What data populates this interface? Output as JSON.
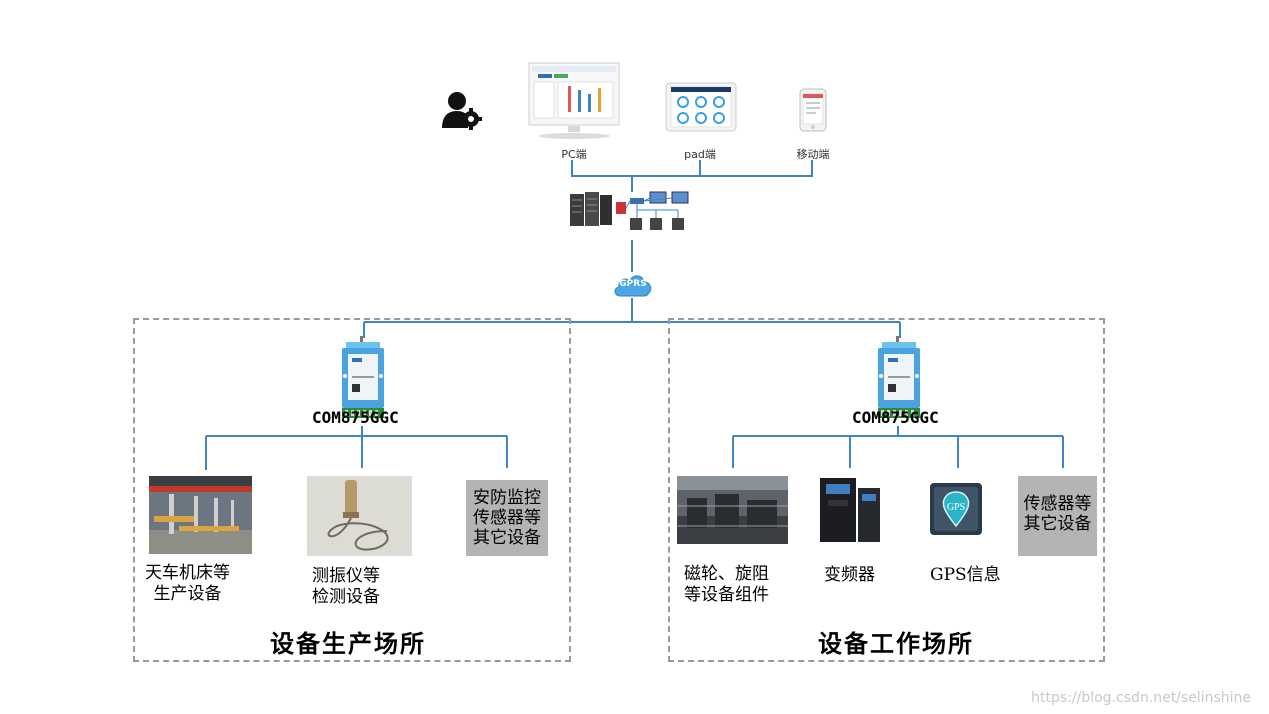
{
  "clients": [
    {
      "label": "PC端",
      "icon": "pc-monitor-icon"
    },
    {
      "label": "pad端",
      "icon": "tablet-icon"
    },
    {
      "label": "移动端",
      "icon": "mobile-phone-icon"
    }
  ],
  "network": {
    "label": "GPRS"
  },
  "left_zone": {
    "title": "设备生产场所",
    "gateway_model": "COM875GGC",
    "items": [
      {
        "line1": "天车机床等",
        "line2": "生产设备",
        "kind": "photo-factory"
      },
      {
        "line1": "测振仪等",
        "line2": "检测设备",
        "kind": "photo-vibration-sensor"
      },
      {
        "box_lines": [
          "安防监控",
          "传感器等",
          "其它设备"
        ],
        "kind": "gray-box"
      }
    ]
  },
  "right_zone": {
    "title": "设备工作场所",
    "gateway_model": "COM875GGC",
    "items": [
      {
        "line1": "磁轮、旋阻",
        "line2": "等设备组件",
        "kind": "photo-machinery"
      },
      {
        "line1": "变频器",
        "kind": "photo-inverter"
      },
      {
        "line1": "GPS信息",
        "kind": "gps-icon"
      },
      {
        "box_lines": [
          "传感器等",
          "其它设备"
        ],
        "kind": "gray-box"
      }
    ]
  },
  "watermark": "https://blog.csdn.net/selinshine",
  "colors": {
    "wire": "#3d85c6",
    "dash": "#9a9a9a",
    "gray_box": "#b4b4b4",
    "gateway_body": "#4aa3df"
  }
}
